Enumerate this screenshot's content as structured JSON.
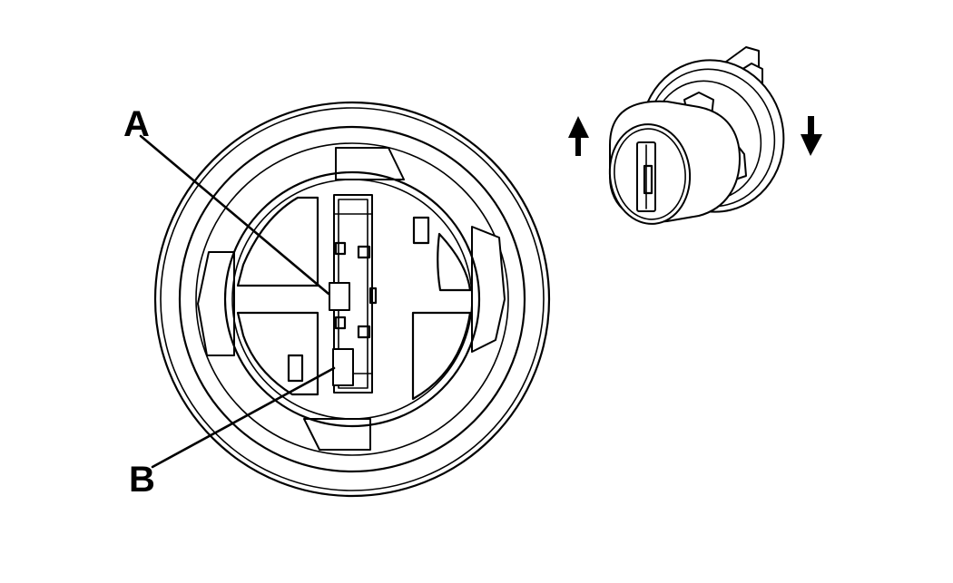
{
  "callouts": {
    "a": "A",
    "b": "B"
  },
  "arrows": {
    "left": "up",
    "right": "down"
  },
  "colors": {
    "line": "#000000",
    "background": "#ffffff"
  }
}
